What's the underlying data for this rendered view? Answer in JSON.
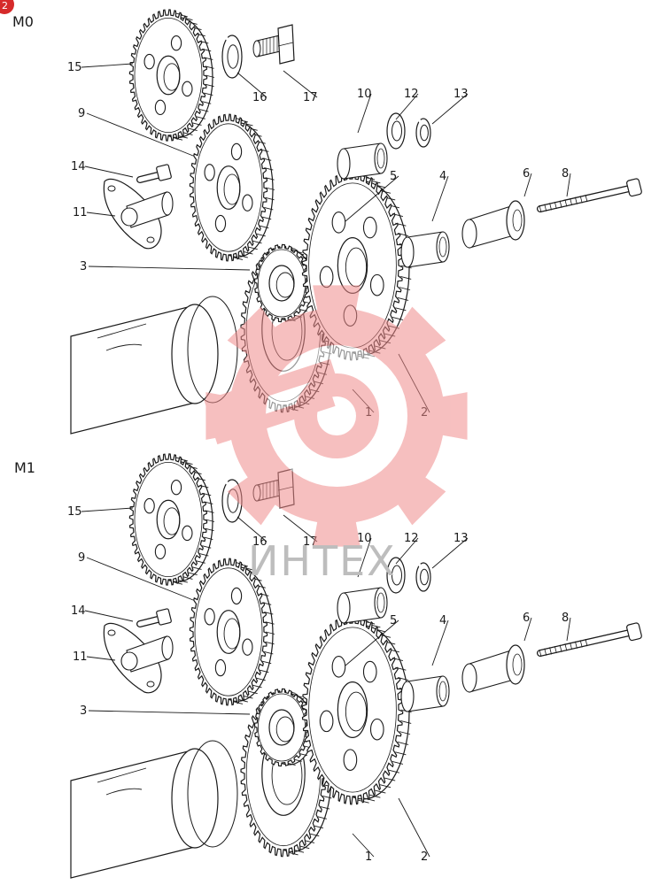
{
  "badge": "2",
  "watermark": {
    "text": "ИНТЕХ",
    "color": "#f08c8c"
  },
  "sections": [
    {
      "id": "M0",
      "title": "M0",
      "parts": [
        "15",
        "16",
        "17",
        "9",
        "10",
        "12",
        "13",
        "14",
        "5",
        "11",
        "4",
        "6",
        "8",
        "3",
        "1",
        "2"
      ]
    },
    {
      "id": "M1",
      "title": "M1",
      "parts": [
        "15",
        "16",
        "17",
        "9",
        "10",
        "12",
        "13",
        "14",
        "5",
        "11",
        "4",
        "6",
        "8",
        "3",
        "1",
        "2"
      ]
    }
  ]
}
